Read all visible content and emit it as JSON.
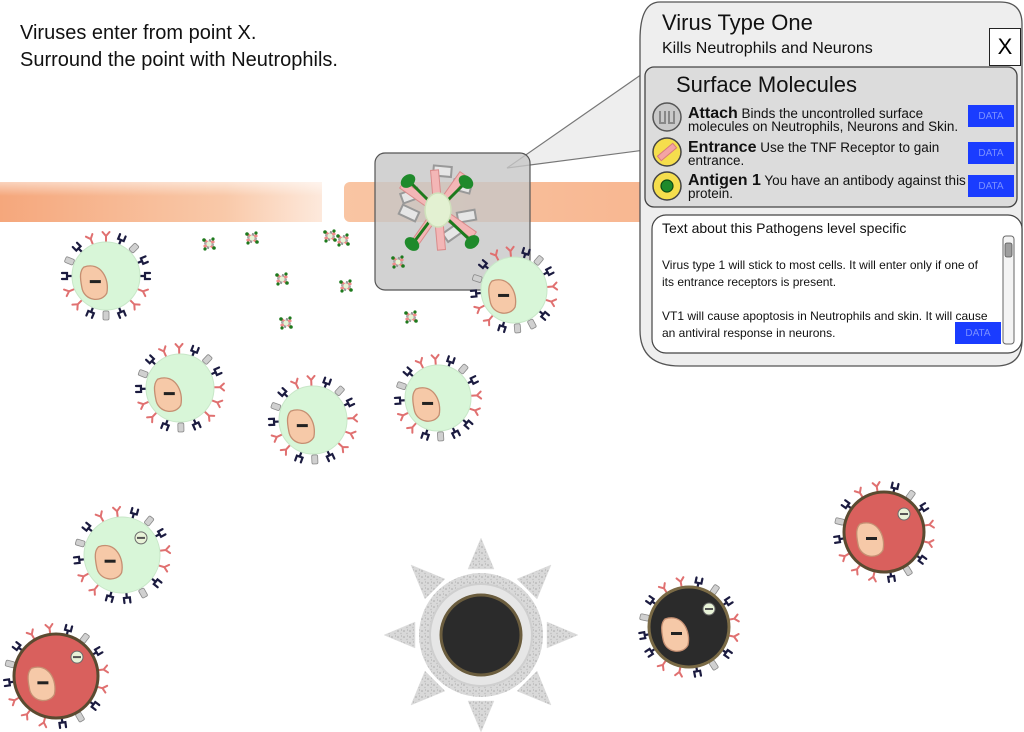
{
  "instructions": {
    "line1": "Viruses enter from point X.",
    "line2": "Surround the point with Neutrophils."
  },
  "tooltip": {
    "title": "Virus Type One",
    "subtitle": "Kills Neutrophils and Neurons",
    "close_label": "X",
    "surface_heading": "Surface Molecules",
    "molecules": [
      {
        "name": "Attach",
        "description": "Binds the uncontrolled surface molecules on Neutrophils, Neurons and Skin.",
        "icon": "attach-molecule-icon"
      },
      {
        "name": "Entrance",
        "description": "Use the TNF Receptor to gain entrance.",
        "icon": "entrance-molecule-icon"
      },
      {
        "name": "Antigen 1",
        "description": "You have an antibody against this protein.",
        "icon": "antigen-molecule-icon"
      }
    ],
    "data_label": "DATA",
    "text_heading": "Text about this Pathogens level specific",
    "paragraphs": [
      "Virus type 1 will stick to most cells. It will enter only if one of its entrance receptors is present.",
      "VT1 will cause apoptosis in Neutrophils and skin. It will cause an antiviral response in neurons."
    ]
  },
  "colors": {
    "neutrophil_fill": "#d8f6d8",
    "infected_cell_fill": "#d9605d",
    "dead_cell_fill": "#2b2b2b",
    "nucleus_fill": "#f6c9a8",
    "entry_band": "#f7b98e",
    "data_button": "#1a3cff"
  }
}
